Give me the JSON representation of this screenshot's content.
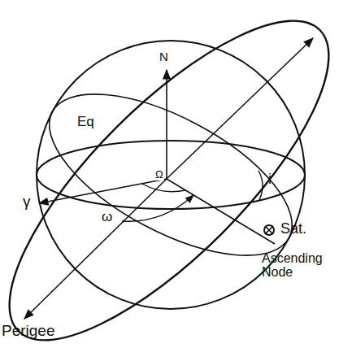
{
  "diagram": {
    "labels": [
      "N",
      "Eq",
      "γ",
      "Ω",
      "ω",
      "i",
      "Sat.",
      "Ascending Node",
      "Perigee"
    ]
  }
}
